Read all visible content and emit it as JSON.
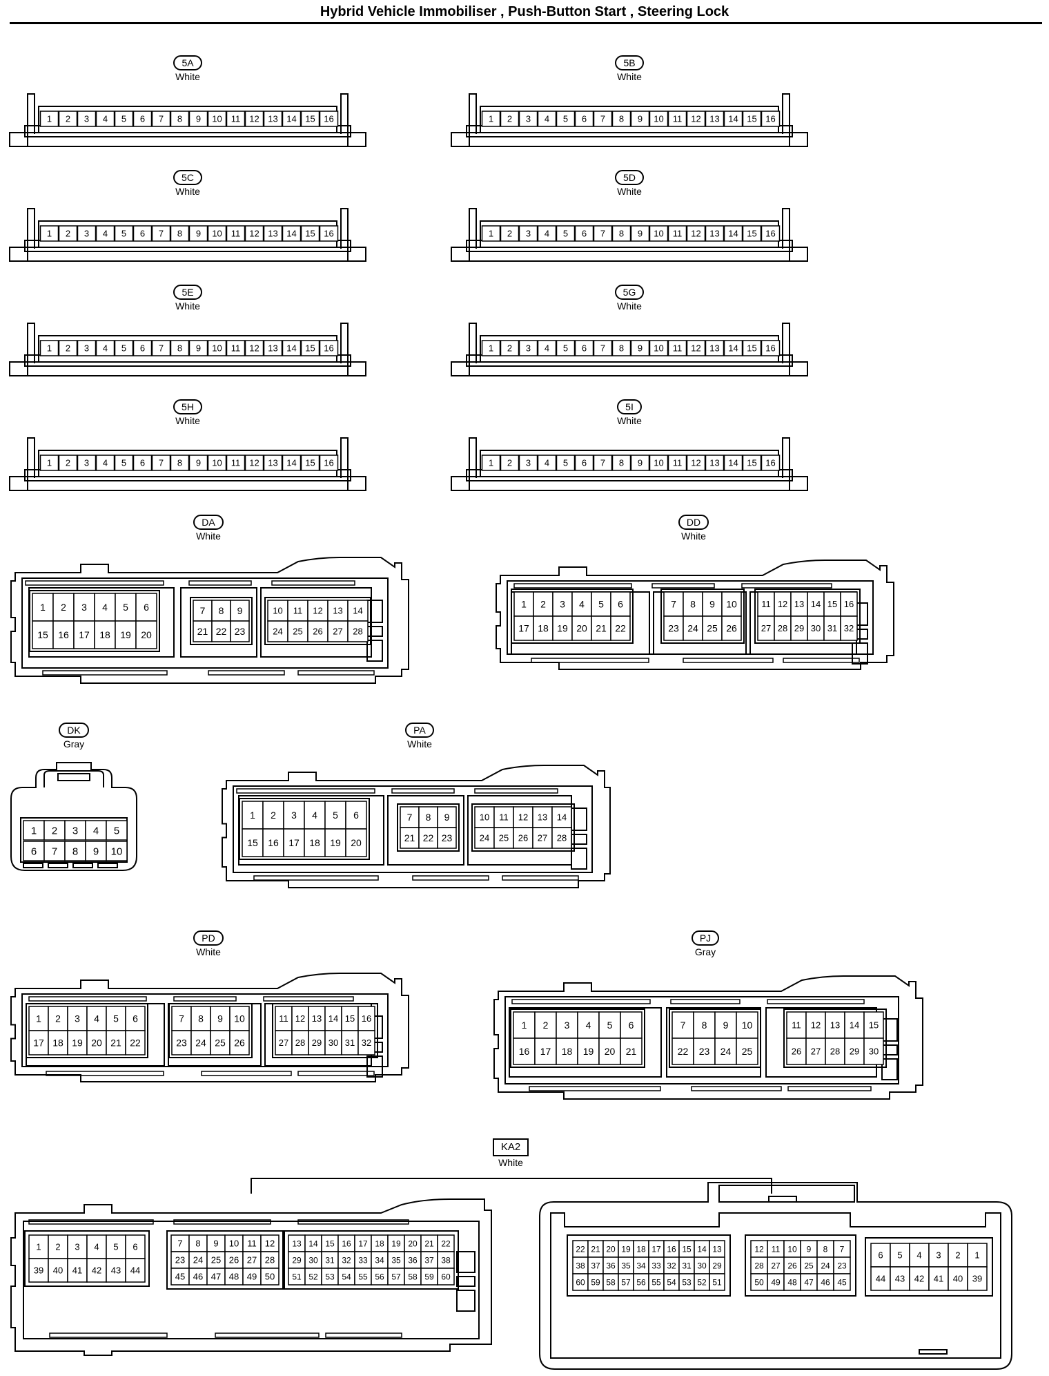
{
  "page": {
    "title": "Hybrid Vehicle Immobiliser , Push-Button Start , Steering Lock"
  },
  "connectors": {
    "c5A": {
      "id": "5A",
      "color": "White"
    },
    "c5B": {
      "id": "5B",
      "color": "White"
    },
    "c5C": {
      "id": "5C",
      "color": "White"
    },
    "c5D": {
      "id": "5D",
      "color": "White"
    },
    "c5E": {
      "id": "5E",
      "color": "White"
    },
    "c5G": {
      "id": "5G",
      "color": "White"
    },
    "c5H": {
      "id": "5H",
      "color": "White"
    },
    "c5I": {
      "id": "5I",
      "color": "White"
    },
    "DA": {
      "id": "DA",
      "color": "White"
    },
    "DD": {
      "id": "DD",
      "color": "White"
    },
    "DK": {
      "id": "DK",
      "color": "Gray"
    },
    "PA": {
      "id": "PA",
      "color": "White"
    },
    "PD": {
      "id": "PD",
      "color": "White"
    },
    "PJ": {
      "id": "PJ",
      "color": "Gray"
    },
    "KA2": {
      "id": "KA2",
      "color": "White"
    }
  },
  "pinouts": {
    "strip16": [
      "1",
      "2",
      "3",
      "4",
      "5",
      "6",
      "7",
      "8",
      "9",
      "10",
      "11",
      "12",
      "13",
      "14",
      "15",
      "16"
    ],
    "DA": [
      [
        [
          "1",
          "2",
          "3",
          "4",
          "5",
          "6"
        ],
        [
          "15",
          "16",
          "17",
          "18",
          "19",
          "20"
        ]
      ],
      [
        [
          "7",
          "8",
          "9"
        ],
        [
          "21",
          "22",
          "23"
        ]
      ],
      [
        [
          "10",
          "11",
          "12",
          "13",
          "14"
        ],
        [
          "24",
          "25",
          "26",
          "27",
          "28"
        ]
      ]
    ],
    "DD": [
      [
        [
          "1",
          "2",
          "3",
          "4",
          "5",
          "6"
        ],
        [
          "17",
          "18",
          "19",
          "20",
          "21",
          "22"
        ]
      ],
      [
        [
          "7",
          "8",
          "9",
          "10"
        ],
        [
          "23",
          "24",
          "25",
          "26"
        ]
      ],
      [
        [
          "11",
          "12",
          "13",
          "14",
          "15",
          "16"
        ],
        [
          "27",
          "28",
          "29",
          "30",
          "31",
          "32"
        ]
      ]
    ],
    "DK": [
      [
        "1",
        "2",
        "3",
        "4",
        "5"
      ],
      [
        "6",
        "7",
        "8",
        "9",
        "10"
      ]
    ],
    "PA": [
      [
        [
          "1",
          "2",
          "3",
          "4",
          "5",
          "6"
        ],
        [
          "15",
          "16",
          "17",
          "18",
          "19",
          "20"
        ]
      ],
      [
        [
          "7",
          "8",
          "9"
        ],
        [
          "21",
          "22",
          "23"
        ]
      ],
      [
        [
          "10",
          "11",
          "12",
          "13",
          "14"
        ],
        [
          "24",
          "25",
          "26",
          "27",
          "28"
        ]
      ]
    ],
    "PD": [
      [
        [
          "1",
          "2",
          "3",
          "4",
          "5",
          "6"
        ],
        [
          "17",
          "18",
          "19",
          "20",
          "21",
          "22"
        ]
      ],
      [
        [
          "7",
          "8",
          "9",
          "10"
        ],
        [
          "23",
          "24",
          "25",
          "26"
        ]
      ],
      [
        [
          "11",
          "12",
          "13",
          "14",
          "15",
          "16"
        ],
        [
          "27",
          "28",
          "29",
          "30",
          "31",
          "32"
        ]
      ]
    ],
    "PJ": [
      [
        [
          "1",
          "2",
          "3",
          "4",
          "5",
          "6"
        ],
        [
          "16",
          "17",
          "18",
          "19",
          "20",
          "21"
        ]
      ],
      [
        [
          "7",
          "8",
          "9",
          "10"
        ],
        [
          "22",
          "23",
          "24",
          "25"
        ]
      ],
      [
        [
          "11",
          "12",
          "13",
          "14",
          "15"
        ],
        [
          "26",
          "27",
          "28",
          "29",
          "30"
        ]
      ]
    ],
    "KA2_left": [
      [
        [
          "1",
          "2",
          "3",
          "4",
          "5",
          "6"
        ],
        [
          "39",
          "40",
          "41",
          "42",
          "43",
          "44"
        ]
      ],
      [
        [
          "7",
          "8",
          "9",
          "10",
          "11",
          "12"
        ],
        [
          "23",
          "24",
          "25",
          "26",
          "27",
          "28"
        ],
        [
          "45",
          "46",
          "47",
          "48",
          "49",
          "50"
        ]
      ],
      [
        [
          "13",
          "14",
          "15",
          "16",
          "17",
          "18",
          "19",
          "20",
          "21",
          "22"
        ],
        [
          "29",
          "30",
          "31",
          "32",
          "33",
          "34",
          "35",
          "36",
          "37",
          "38"
        ],
        [
          "51",
          "52",
          "53",
          "54",
          "55",
          "56",
          "57",
          "58",
          "59",
          "60"
        ]
      ]
    ],
    "KA2_right": [
      [
        [
          "22",
          "21",
          "20",
          "19",
          "18",
          "17",
          "16",
          "15",
          "14",
          "13"
        ],
        [
          "38",
          "37",
          "36",
          "35",
          "34",
          "33",
          "32",
          "31",
          "30",
          "29"
        ],
        [
          "60",
          "59",
          "58",
          "57",
          "56",
          "55",
          "54",
          "53",
          "52",
          "51"
        ]
      ],
      [
        [
          "12",
          "11",
          "10",
          "9",
          "8",
          "7"
        ],
        [
          "28",
          "27",
          "26",
          "25",
          "24",
          "23"
        ],
        [
          "50",
          "49",
          "48",
          "47",
          "46",
          "45"
        ]
      ],
      [
        [
          "6",
          "5",
          "4",
          "3",
          "2",
          "1"
        ],
        [
          "44",
          "43",
          "42",
          "41",
          "40",
          "39"
        ]
      ]
    ]
  }
}
